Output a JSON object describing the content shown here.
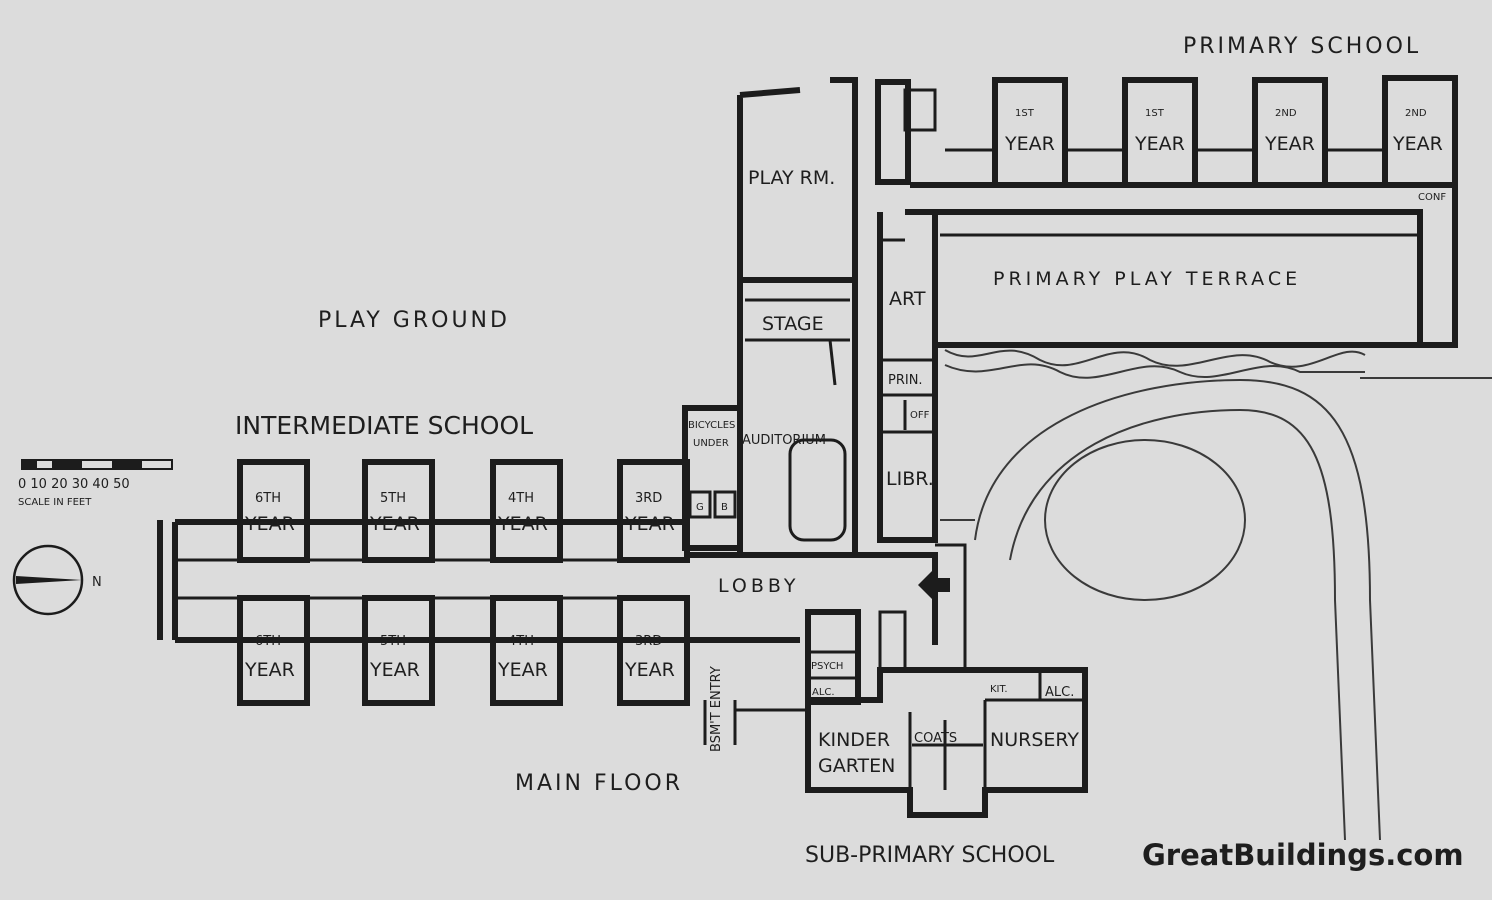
{
  "labels": {
    "primary_school": "PRIMARY SCHOOL",
    "play_ground": "PLAY GROUND",
    "intermediate_school": "INTERMEDIATE SCHOOL",
    "primary_play_terrace": "PRIMARY PLAY TERRACE",
    "main_floor": "MAIN FLOOR",
    "sub_primary_school": "SUB-PRIMARY SCHOOL",
    "watermark": "GreatBuildings.com",
    "lobby": "LOBBY",
    "stage": "STAGE",
    "play_room": "PLAY RM.",
    "art": "ART",
    "prin": "PRIN.",
    "off": "OFF",
    "libr": "LIBR.",
    "auditorium": "AUDITORIUM",
    "bicycles": "BICYCLES",
    "under": "UNDER",
    "bsmt_entry": "BSM'T ENTRY",
    "kinder": "KINDER",
    "garten": "GARTEN",
    "coats": "COATS",
    "nursery": "NURSERY",
    "kit": "KIT.",
    "alc": "ALC.",
    "alc2": "ALC.",
    "psych": "PSYCH",
    "conf": "CONF",
    "g": "G",
    "b": "B",
    "north": "N"
  },
  "scale": {
    "ticks": "0 10 20 30 40 50",
    "caption": "SCALE IN FEET"
  },
  "primary_rooms": [
    {
      "ord": "1ST",
      "word": "YEAR"
    },
    {
      "ord": "1ST",
      "word": "YEAR"
    },
    {
      "ord": "2ND",
      "word": "YEAR"
    },
    {
      "ord": "2ND",
      "word": "YEAR"
    }
  ],
  "intermediate_top": [
    {
      "ord": "6TH",
      "word": "YEAR"
    },
    {
      "ord": "5TH",
      "word": "YEAR"
    },
    {
      "ord": "4TH",
      "word": "YEAR"
    },
    {
      "ord": "3RD",
      "word": "YEAR"
    }
  ],
  "intermediate_bottom": [
    {
      "ord": "6TH",
      "word": "YEAR"
    },
    {
      "ord": "5TH",
      "word": "YEAR"
    },
    {
      "ord": "4TH",
      "word": "YEAR"
    },
    {
      "ord": "3RD",
      "word": "YEAR"
    }
  ],
  "colors": {
    "paper": "#dcdcdc",
    "ink": "#1c1c1c"
  }
}
